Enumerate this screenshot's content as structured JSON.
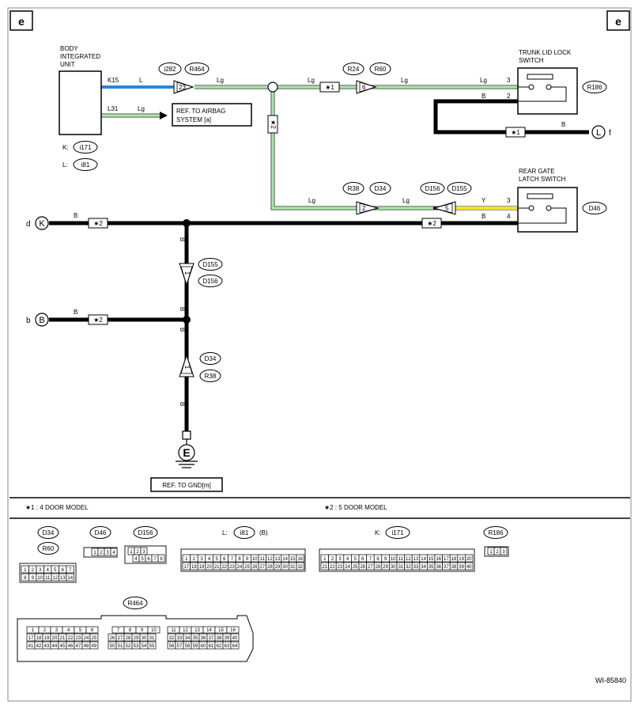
{
  "corner_marks": {
    "left": "e",
    "right": "e"
  },
  "figure_id": "WI-85840",
  "body_unit": {
    "title": [
      "BODY",
      "INTEGRATED",
      "UNIT"
    ],
    "pin_k15": "K15",
    "pin_l31": "L31",
    "conn_k": "K:",
    "conn_k_id": "i171",
    "conn_l": "L:",
    "conn_l_id": "i81"
  },
  "wire_colors": {
    "L": "L",
    "Lg": "Lg",
    "B": "B",
    "Y": "Y"
  },
  "refs": {
    "airbag": [
      "REF. TO AIRBAG",
      "SYSTEM [a]"
    ],
    "gnd": "REF. TO GND[m]"
  },
  "connectors": {
    "i282": "i282",
    "R464": "R464",
    "R24": "R24",
    "R60": "R60",
    "R38": "R38",
    "D34": "D34",
    "D156": "D156",
    "D155": "D155",
    "R186": "R186",
    "D46": "D46"
  },
  "pins": {
    "p23": "23",
    "p6": "6",
    "p2": "2",
    "p5": "5",
    "p1": "1",
    "p3": "3",
    "p4": "4"
  },
  "trunk_switch": {
    "title": [
      "TRUNK LID LOCK",
      "SWITCH"
    ]
  },
  "rear_gate_switch": {
    "title": [
      "REAR GATE",
      "LATCH SWITCH"
    ]
  },
  "splices": {
    "s1": "★1",
    "s2": "★2"
  },
  "terminals": {
    "f": "f",
    "f_label": "L",
    "d": "d",
    "d_label": "K",
    "b": "b",
    "b_label": "B",
    "ground": "E"
  },
  "legend": {
    "note1": "★1  : 4 DOOR MODEL",
    "note2": "★2  : 5 DOOR MODEL"
  },
  "connector_views": {
    "d34_r60": {
      "labels": [
        "D34",
        "R60"
      ],
      "row1": [
        "1",
        "2",
        "3",
        "4",
        "5",
        "6",
        "7"
      ],
      "row2": [
        "8",
        "9",
        "10",
        "11",
        "12",
        "13",
        "14"
      ]
    },
    "d46": {
      "label": "D46",
      "row1": [
        "1",
        "2",
        "3",
        "4"
      ]
    },
    "d156": {
      "label": "D156",
      "row1": [
        "1",
        "2",
        "3"
      ],
      "row2": [
        "4",
        "5",
        "6",
        "7",
        "8"
      ]
    },
    "i81": {
      "prefix": "L:",
      "label": "i81",
      "suffix": "(B)",
      "row1": [
        "1",
        "2",
        "3",
        "4",
        "5",
        "6",
        "7",
        "8",
        "9",
        "10",
        "11",
        "12",
        "13",
        "14",
        "15",
        "16"
      ],
      "row2": [
        "17",
        "18",
        "19",
        "20",
        "21",
        "22",
        "23",
        "24",
        "25",
        "26",
        "27",
        "28",
        "29",
        "30",
        "31",
        "32"
      ]
    },
    "i171": {
      "prefix": "K:",
      "label": "i171",
      "row1": [
        "1",
        "2",
        "3",
        "4",
        "5",
        "6",
        "7",
        "8",
        "9",
        "10",
        "11",
        "12",
        "13",
        "14",
        "15",
        "16",
        "17",
        "18",
        "19",
        "20"
      ],
      "row2": [
        "21",
        "22",
        "23",
        "24",
        "25",
        "26",
        "27",
        "28",
        "29",
        "30",
        "31",
        "32",
        "33",
        "34",
        "35",
        "36",
        "37",
        "38",
        "39",
        "40"
      ]
    },
    "r186": {
      "label": "R186",
      "row1": [
        "1",
        "2",
        "3"
      ]
    },
    "r464": {
      "label": "R464",
      "g1r1": [
        "1",
        "2",
        "3",
        "4",
        "5",
        "6"
      ],
      "g1r2": [
        "17",
        "18",
        "19",
        "20",
        "21",
        "22",
        "23",
        "24",
        "25"
      ],
      "g1r3": [
        "41",
        "42",
        "43",
        "44",
        "45",
        "46",
        "47",
        "48",
        "49"
      ],
      "g2r1": [
        "7",
        "8",
        "9",
        "10"
      ],
      "g2r2": [
        "26",
        "27",
        "28",
        "29",
        "30",
        "31"
      ],
      "g2r3": [
        "50",
        "51",
        "52",
        "53",
        "54",
        "55"
      ],
      "g3r1": [
        "11",
        "12",
        "13",
        "14",
        "15",
        "16"
      ],
      "g3r2": [
        "32",
        "33",
        "34",
        "35",
        "36",
        "37",
        "38",
        "39",
        "40"
      ],
      "g3r3": [
        "56",
        "57",
        "58",
        "59",
        "60",
        "61",
        "62",
        "63",
        "64"
      ]
    }
  },
  "colors": {
    "lg": "#a6e8a6",
    "l": "#2b86d8",
    "y": "#f2e61c",
    "b": "#000000"
  }
}
